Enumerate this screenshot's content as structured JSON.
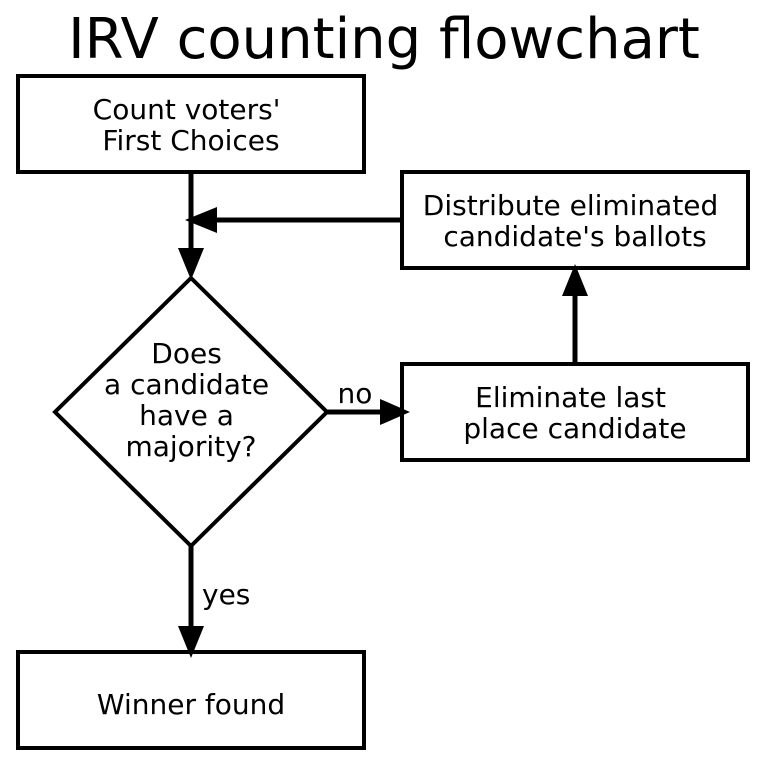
{
  "title": "IRV counting flowchart",
  "nodes": {
    "count": {
      "lines": [
        "Count voters'",
        "First Choices"
      ]
    },
    "distribute": {
      "lines": [
        "Distribute eliminated",
        "candidate's ballots"
      ]
    },
    "decision": {
      "lines": [
        "Does",
        "a candidate",
        "have a",
        "majority?"
      ]
    },
    "eliminate": {
      "lines": [
        "Eliminate last",
        "place candidate"
      ]
    },
    "winner": {
      "lines": [
        "Winner found"
      ]
    }
  },
  "edges": {
    "no_label": "no",
    "yes_label": "yes"
  }
}
